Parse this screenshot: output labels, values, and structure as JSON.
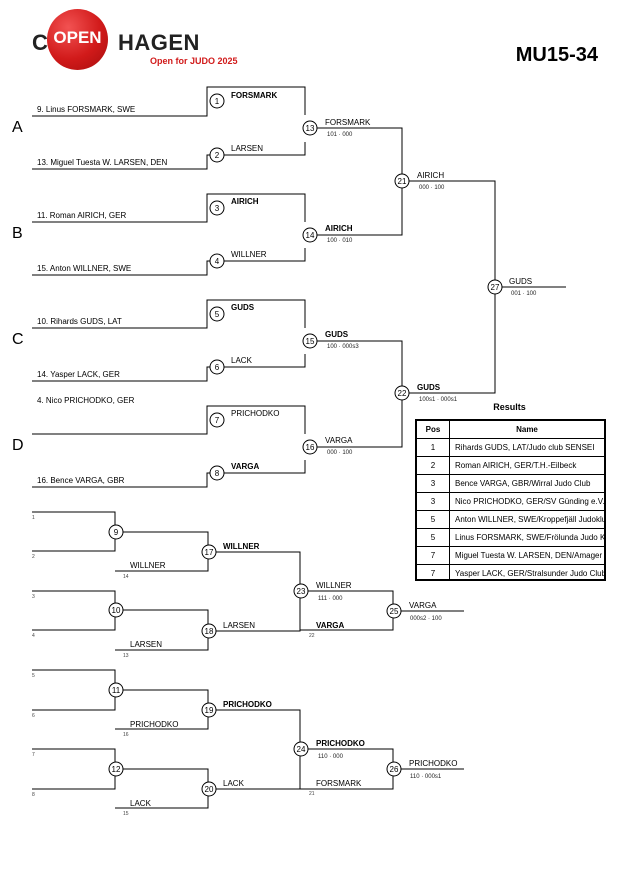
{
  "header": {
    "logo_left": "C",
    "logo_badge": "OPEN",
    "logo_right": "HAGEN",
    "logo_tagline": "Open for JUDO 2025",
    "category": "MU15-34",
    "brand_color": "#d11a1a"
  },
  "pools": [
    "A",
    "B",
    "C",
    "D"
  ],
  "competitors": [
    "9. Linus FORSMARK, SWE",
    "13. Miguel Tuesta W. LARSEN, DEN",
    "11. Roman AIRICH, GER",
    "15. Anton WILLNER, SWE",
    "10. Rihards GUDS, LAT",
    "14. Yasper LACK, GER",
    "4. Nico PRICHODKO, GER",
    "16. Bence VARGA, GBR"
  ],
  "main_bracket": {
    "round1": [
      {
        "match": "1",
        "winner": "FORSMARK",
        "loser": "LARSEN"
      },
      {
        "match": "2",
        "winner": null,
        "loser": null
      },
      {
        "match": "3",
        "winner": "AIRICH",
        "loser": "WILLNER"
      },
      {
        "match": "4",
        "winner": null,
        "loser": null
      },
      {
        "match": "5",
        "winner": "GUDS",
        "loser": "LACK"
      },
      {
        "match": "6",
        "winner": null,
        "loser": null
      },
      {
        "match": "7",
        "winner": "PRICHODKO",
        "loser": "VARGA"
      },
      {
        "match": "8",
        "winner": null,
        "loser": null
      }
    ],
    "quarter": [
      {
        "match": "13",
        "top": "FORSMARK",
        "score": "101 · 000",
        "bottom": "AIRICH",
        "bottom_score": "100 · 010"
      },
      {
        "match": "14"
      },
      {
        "match": "15",
        "top": "GUDS",
        "score": "100 · 000s3",
        "bottom": "VARGA",
        "bottom_score": "000 · 100"
      },
      {
        "match": "16"
      }
    ],
    "semi": [
      {
        "match": "21",
        "name": "AIRICH",
        "score": "000 · 100"
      },
      {
        "match": "22",
        "name": "GUDS",
        "score": "100s1 · 000s1"
      }
    ],
    "final": {
      "match": "27",
      "name": "GUDS",
      "score": "001 · 100"
    }
  },
  "repechage": {
    "slots": [
      "1",
      "2",
      "3",
      "4",
      "5",
      "6",
      "7",
      "8"
    ],
    "top": {
      "m9": "9",
      "m10": "10",
      "m17": "17",
      "m18": "18",
      "m23": "23",
      "m25": "25",
      "name_willner": "WILLNER",
      "seed_willner": "14",
      "name_larsen": "LARSEN",
      "seed_larsen": "13",
      "m17_winner": "WILLNER",
      "m18_winner": "LARSEN",
      "m23_top": "WILLNER",
      "m23_score": "111 · 000",
      "m23_bottom": "VARGA",
      "m23_seed": "22",
      "m25_name": "VARGA",
      "m25_score": "000s2 · 100"
    },
    "bottom": {
      "m11": "11",
      "m12": "12",
      "m19": "19",
      "m20": "20",
      "m24": "24",
      "m26": "26",
      "name_prichodko": "PRICHODKO",
      "seed_prichodko": "16",
      "name_lack": "LACK",
      "seed_lack": "15",
      "m19_winner": "PRICHODKO",
      "m20_winner": "LACK",
      "m24_top": "PRICHODKO",
      "m24_score": "110 · 000",
      "m24_bottom": "FORSMARK",
      "m24_seed": "21",
      "m26_name": "PRICHODKO",
      "m26_score": "110 · 000s1"
    }
  },
  "results": {
    "title": "Results",
    "header_pos": "Pos",
    "header_name": "Name",
    "rows": [
      {
        "pos": "1",
        "name": "Rihards GUDS, LAT/Judo club SENSEI"
      },
      {
        "pos": "2",
        "name": "Roman AIRICH, GER/T.H.-Eilbeck"
      },
      {
        "pos": "3",
        "name": "Bence VARGA, GBR/Wirral Judo Club"
      },
      {
        "pos": "3",
        "name": "Nico PRICHODKO, GER/SV Günding e.V."
      },
      {
        "pos": "5",
        "name": "Anton WILLNER, SWE/Kroppefjäll Judoklubb"
      },
      {
        "pos": "5",
        "name": "Linus FORSMARK, SWE/Frölunda Judo Klubb"
      },
      {
        "pos": "7",
        "name": "Miguel Tuesta W. LARSEN, DEN/Amager Judo"
      },
      {
        "pos": "7",
        "name": "Yasper LACK, GER/Stralsunder Judo Club"
      }
    ]
  }
}
